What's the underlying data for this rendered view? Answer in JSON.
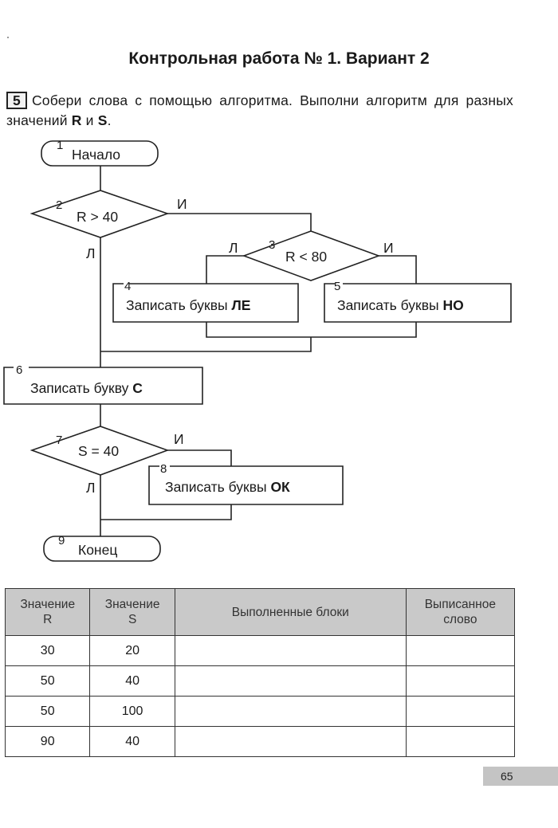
{
  "title": "Контрольная работа № 1. Вариант 2",
  "task": {
    "number": "5",
    "text_1": "Собери слова с помощью алгоритма. Выполни алгоритм для разных значений ",
    "var_r": "R",
    "and": " и ",
    "var_s": "S",
    "end": "."
  },
  "flowchart": {
    "b1": {
      "num": "1",
      "label": "Начало"
    },
    "b2": {
      "num": "2",
      "label": "R > 40",
      "yes": "И",
      "no": "Л"
    },
    "b3": {
      "num": "3",
      "label": "R < 80",
      "yes": "И",
      "no": "Л"
    },
    "b4": {
      "num": "4",
      "label": "Записать буквы ",
      "bold": "ЛЕ"
    },
    "b5": {
      "num": "5",
      "label": "Записать буквы ",
      "bold": "НО"
    },
    "b6": {
      "num": "6",
      "label": "Записать букву ",
      "bold": "С"
    },
    "b7": {
      "num": "7",
      "label": "S = 40",
      "yes": "И",
      "no": "Л"
    },
    "b8": {
      "num": "8",
      "label": "Записать буквы ",
      "bold": "ОК"
    },
    "b9": {
      "num": "9",
      "label": "Конец"
    }
  },
  "table": {
    "headers": [
      "Значение R",
      "Значение S",
      "Выполненные блоки",
      "Выписанное слово"
    ],
    "header_lines": [
      [
        "Значение",
        "R"
      ],
      [
        "Значение",
        "S"
      ],
      [
        "Выполненные блоки"
      ],
      [
        "Выписанное",
        "слово"
      ]
    ],
    "rows": [
      [
        "30",
        "20",
        "",
        ""
      ],
      [
        "50",
        "40",
        "",
        ""
      ],
      [
        "50",
        "100",
        "",
        ""
      ],
      [
        "90",
        "40",
        "",
        ""
      ]
    ]
  },
  "page_number": "65"
}
